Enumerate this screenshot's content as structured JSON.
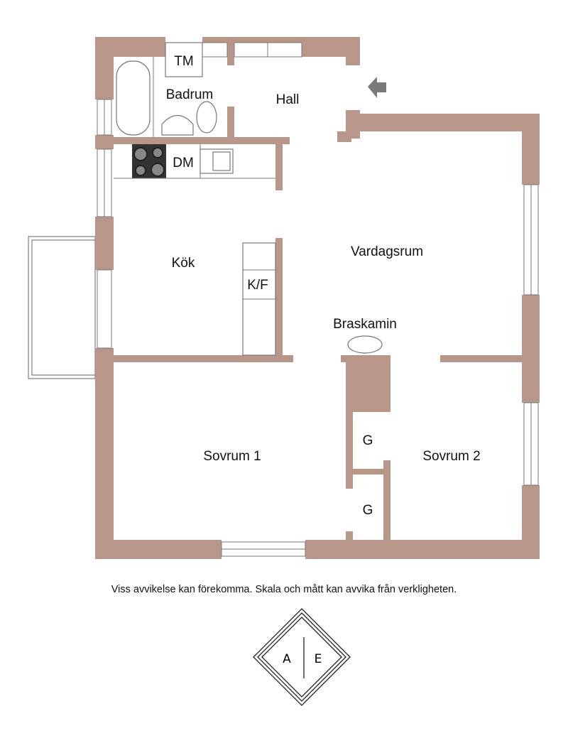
{
  "rooms": {
    "tm": "TM",
    "badrum": "Badrum",
    "hall": "Hall",
    "dm": "DM",
    "kok": "Kök",
    "kf": "K/F",
    "vardagsrum": "Vardagsrum",
    "braskamin": "Braskamin",
    "sovrum1": "Sovrum 1",
    "sovrum2": "Sovrum 2",
    "g1": "G",
    "g2": "G"
  },
  "disclaimer": "Viss avvikelse kan förekomma. Skala och mått kan avvika från verkligheten.",
  "logo": {
    "left": "A",
    "right": "E"
  },
  "colors": {
    "wall": "#b8968a",
    "entrance_arrow": "#7a7a7a"
  }
}
